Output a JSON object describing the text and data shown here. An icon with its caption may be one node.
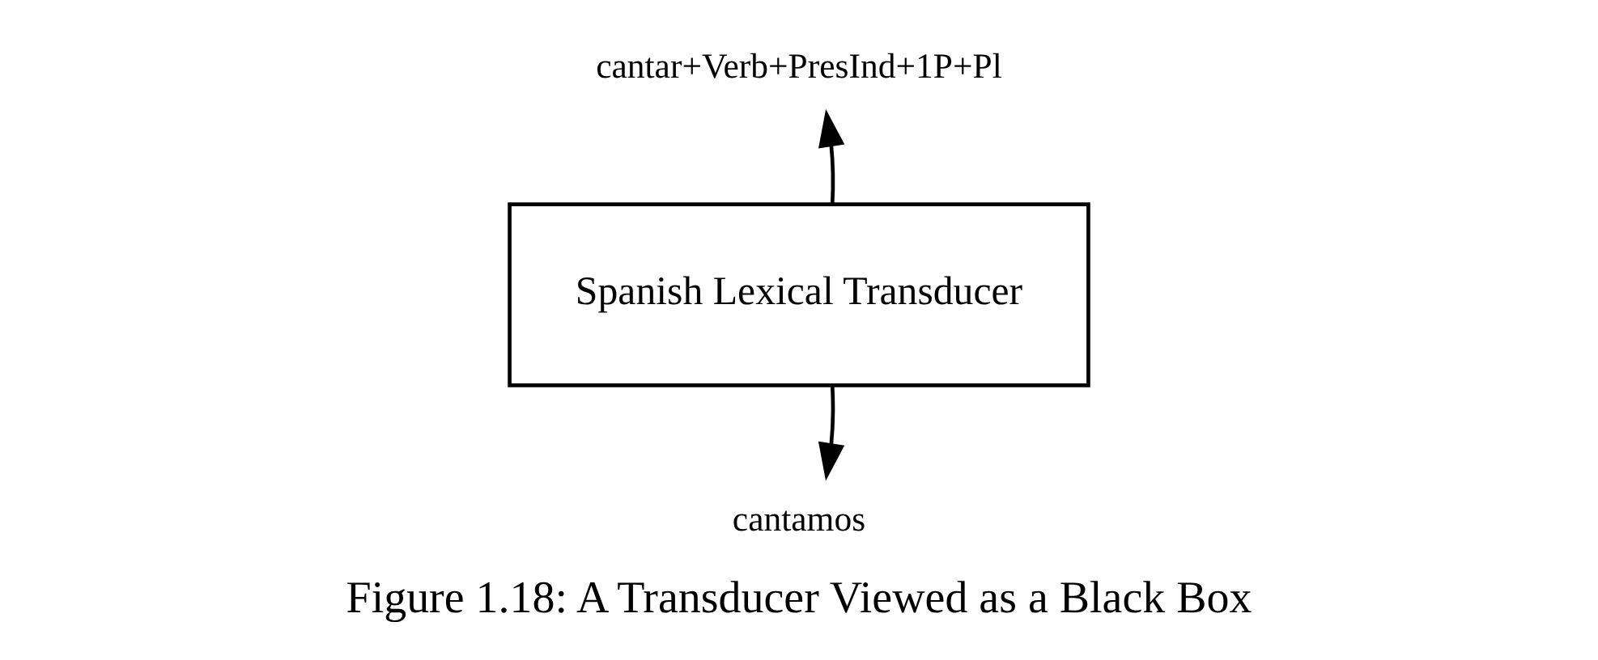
{
  "diagram": {
    "caption": "Figure 1.18: A Transducer Viewed as a Black Box",
    "nodes": [
      {
        "text": [
          "cantar+Verb+PresInd+1P+Pl"
        ]
      },
      {
        "text": [
          "Spanish Lexical Transducer"
        ]
      },
      {
        "text": [
          "cantamos"
        ]
      }
    ],
    "edges": [
      {
        "from": 1,
        "to": 0,
        "arrow": "to"
      },
      {
        "from": 1,
        "to": 2,
        "arrow": "to"
      }
    ]
  }
}
